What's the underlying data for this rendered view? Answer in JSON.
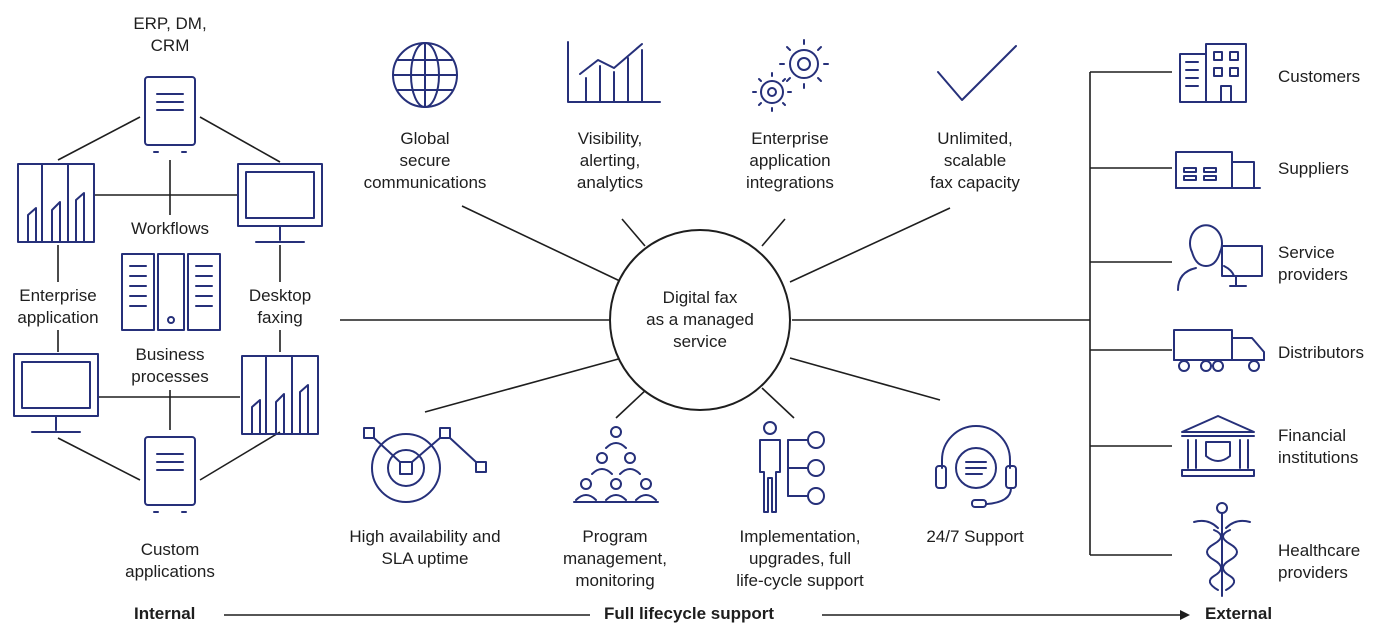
{
  "colors": {
    "icon": "#26307a",
    "line": "#1e1e1e",
    "background": "#ffffff"
  },
  "center": {
    "label": "Digital fax\nas a managed\nservice"
  },
  "internal": {
    "erp": "ERP, DM,\nCRM",
    "workflows": "Workflows",
    "enterprise_app": "Enterprise\napplication",
    "desktop_faxing": "Desktop\nfaxing",
    "business_processes": "Business\nprocesses",
    "custom_apps": "Custom\napplications"
  },
  "features_top": [
    {
      "label": "Global\nsecure\ncommunications",
      "icon": "globe-icon"
    },
    {
      "label": "Visibility,\nalerting,\nanalytics",
      "icon": "analytics-chart-icon"
    },
    {
      "label": "Enterprise\napplication\nintegrations",
      "icon": "gears-icon"
    },
    {
      "label": "Unlimited,\nscalable\nfax capacity",
      "icon": "checkmark-icon"
    }
  ],
  "features_bottom": [
    {
      "label": "High availability and\nSLA uptime",
      "icon": "target-icon"
    },
    {
      "label": "Program\nmanagement,\nmonitoring",
      "icon": "people-pyramid-icon"
    },
    {
      "label": "Implementation,\nupgrades, full\nlife-cycle support",
      "icon": "person-hierarchy-icon"
    },
    {
      "label": "24/7 Support",
      "icon": "headset-icon"
    }
  ],
  "external": [
    {
      "label": "Customers",
      "icon": "building-icon"
    },
    {
      "label": "Suppliers",
      "icon": "warehouse-icon"
    },
    {
      "label": "Service\nproviders",
      "icon": "person-computer-icon"
    },
    {
      "label": "Distributors",
      "icon": "truck-icon"
    },
    {
      "label": "Financial\ninstitutions",
      "icon": "bank-icon"
    },
    {
      "label": "Healthcare\nproviders",
      "icon": "caduceus-icon"
    }
  ],
  "footer": {
    "internal": "Internal",
    "middle": "Full lifecycle support",
    "external": "External"
  }
}
